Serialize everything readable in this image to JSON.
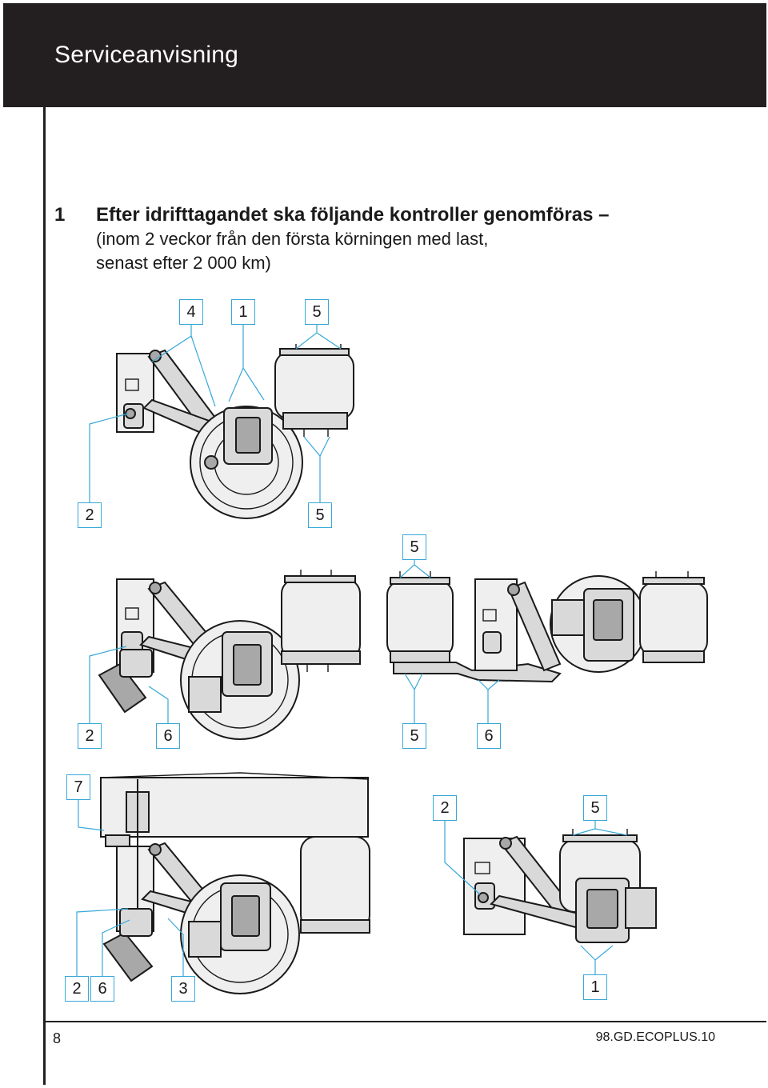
{
  "header": {
    "title": "Serviceanvisning"
  },
  "section": {
    "number": "1",
    "heading": "Efter idrifttagandet ska följande kontroller genomföras –",
    "subline1": "(inom 2 veckor från den första körningen med last,",
    "subline2": "senast efter 2 000 km)"
  },
  "figure1": {
    "callouts": [
      "4",
      "1",
      "5",
      "2",
      "5"
    ]
  },
  "figure2": {
    "callouts": [
      "2",
      "6"
    ]
  },
  "figure3": {
    "callouts": [
      "5",
      "5",
      "6"
    ]
  },
  "figure4": {
    "callouts": [
      "7",
      "2",
      "6",
      "3"
    ]
  },
  "figure5": {
    "callouts": [
      "2",
      "5",
      "1"
    ]
  },
  "footer": {
    "page_number": "8",
    "doc_code": "98.GD.ECOPLUS.10"
  },
  "colors": {
    "header": "#231f20",
    "callout_line": "#38a8d8"
  }
}
